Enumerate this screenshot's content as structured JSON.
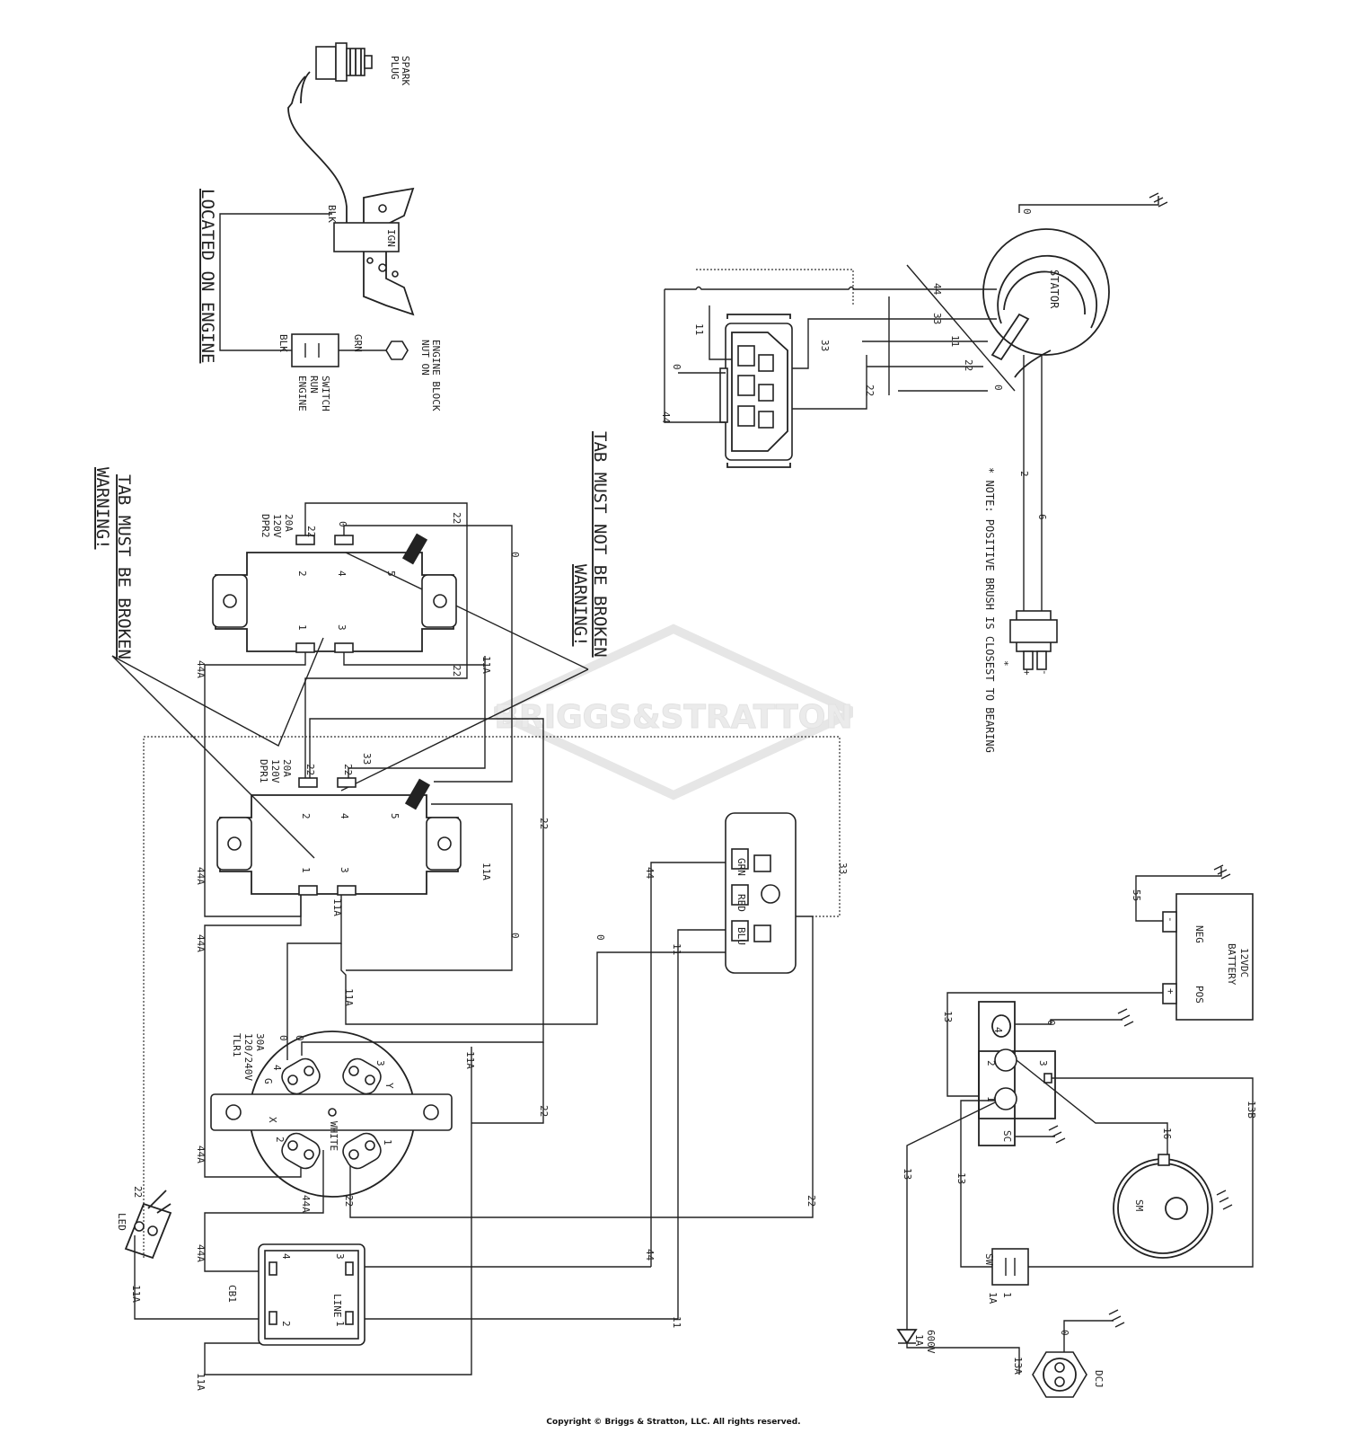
{
  "watermark": "BRIGGS&STRATTON",
  "copyright": "Copyright © Briggs & Stratton, LLC. All rights reserved.",
  "labels": {
    "spark_plug": [
      "SPARK",
      "PLUG"
    ],
    "located_on_engine": "LOCATED ON ENGINE",
    "ign": "IGN",
    "blk": "BLK",
    "grn": "GRN",
    "engine_run_switch": [
      "ENGINE",
      "RUN",
      "SWITCH"
    ],
    "nut_on_engine_block": [
      "NUT ON",
      "ENGINE BLOCK"
    ],
    "stator": "STATOR",
    "note": "* NOTE: POSITIVE BRUSH IS CLOSEST TO BEARING",
    "brush_plus": "+",
    "brush_minus": "-",
    "brush_star": "*",
    "warning_left": [
      "WARNING!",
      "TAB MUST BE BROKEN"
    ],
    "warning_right": [
      "WARNING!",
      "TAB MUST NOT BE BROKEN"
    ],
    "dpr2": [
      "DPR2",
      "120V",
      "20A"
    ],
    "dpr1": [
      "DPR1",
      "120V",
      "20A"
    ],
    "tlr1": [
      "TLR1",
      "120/240V",
      "30A"
    ],
    "cb1": "CB1",
    "line": "LINE",
    "led": "LED",
    "battery": [
      "BATTERY",
      "12VDC"
    ],
    "neg": "NEG",
    "pos": "POS",
    "sm": "SM",
    "sw": "SW",
    "sc": "SC",
    "dcj": "DCJ",
    "diode": [
      "1A",
      "600V"
    ],
    "white": "WHITE",
    "grn_short": "GRN",
    "blu": "BLU",
    "red": "RED"
  },
  "wires": {
    "w44": "44",
    "w44a": "44A",
    "w33": "33",
    "w22": "22",
    "w11": "11",
    "w11a": "11A",
    "w0": "0",
    "w13": "13",
    "w13a": "13A",
    "w13b": "13B",
    "w16": "16",
    "w55": "55",
    "w1a": "1A",
    "w2": "2",
    "w6": "6",
    "w1": "1",
    "w3": "3",
    "w4": "4",
    "w5": "5",
    "wG": "G",
    "wX": "X",
    "wY": "Y"
  },
  "colors": {
    "line": "#222222",
    "watermark": "#e6e6e6",
    "background": "#ffffff"
  }
}
